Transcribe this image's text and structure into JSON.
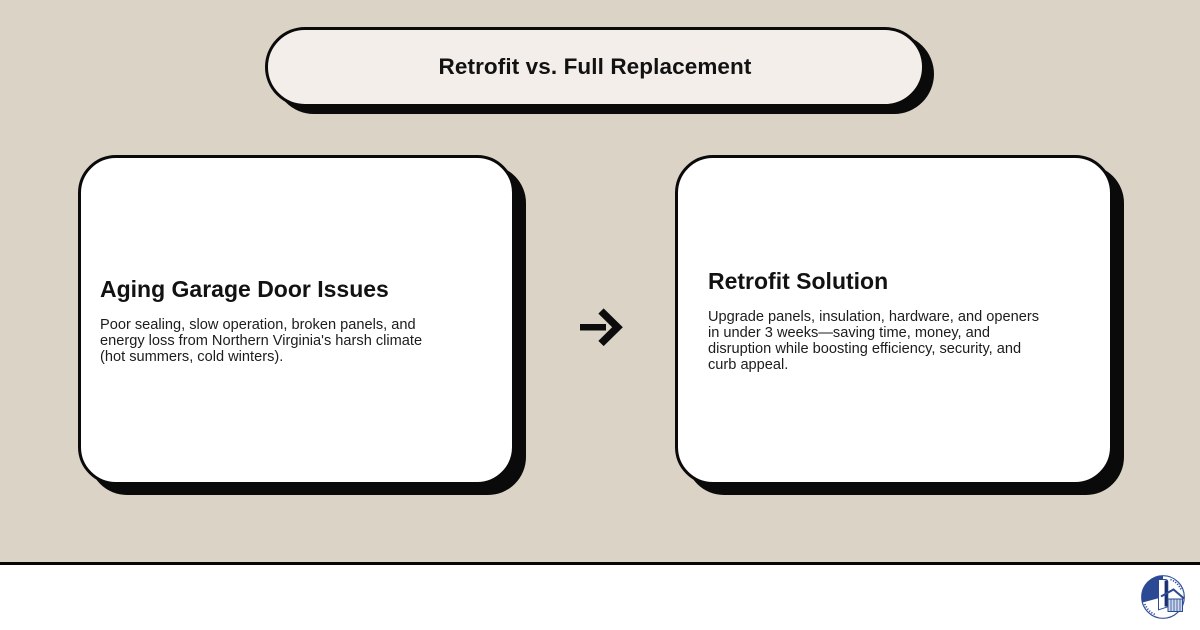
{
  "colors": {
    "background": "#DCD3C7",
    "pill_fill": "#F3EEE9",
    "card_fill": "#FFFFFF",
    "ink": "#121212",
    "footer_fill": "#FFFFFF",
    "logo_blue": "#2C4A94"
  },
  "title": "Retrofit vs. Full Replacement",
  "icons": {
    "arrow": "→",
    "logo": "circular blue garage-door company emblem"
  },
  "cards": {
    "problem": {
      "heading": "Aging Garage Door Issues",
      "body_lines": [
        "Poor sealing, slow operation, broken panels, and",
        "energy loss from Northern Virginia's harsh climate",
        "(hot summers, cold winters)."
      ]
    },
    "solution": {
      "heading": "Retrofit Solution",
      "body_lines": [
        "Upgrade panels, insulation, hardware, and openers",
        "in under 3 weeks—saving time, money, and",
        "disruption while boosting efficiency, security, and",
        "curb appeal."
      ]
    }
  }
}
